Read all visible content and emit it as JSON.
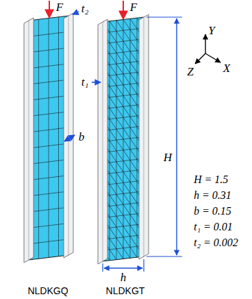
{
  "diagram": {
    "labels": [
      "F",
      "F",
      "t₂",
      "t₁",
      "b",
      "H",
      "h",
      "Y",
      "X",
      "Z",
      "H = 1.5",
      "h = 0.31",
      "b = 0.15",
      "t₁ = 0.01",
      "t₂ = 0.002",
      "NLDKGQ",
      "NLDKGT"
    ]
  }
}
